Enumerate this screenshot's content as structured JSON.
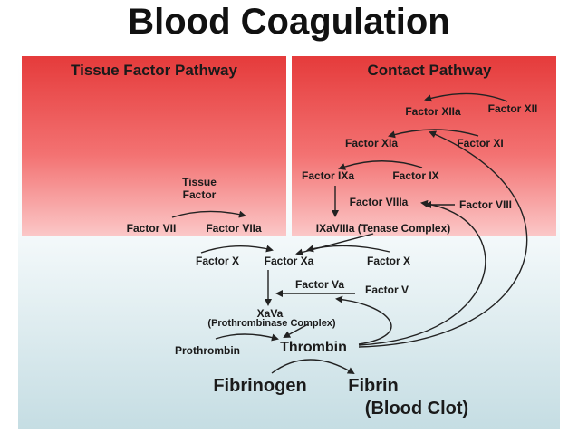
{
  "title": "Blood Coagulation",
  "panels": {
    "tissue_header": "Tissue Factor Pathway",
    "contact_header": "Contact Pathway"
  },
  "factors": {
    "f12": "Factor XII",
    "f12a": "Factor XIIa",
    "f11": "Factor XI",
    "f11a": "Factor XIa",
    "f9": "Factor IX",
    "f9a": "Factor IXa",
    "f8": "Factor VIII",
    "f8a": "Factor VIIIa",
    "tenase": "IXaVIIIa (Tenase Complex)",
    "tissue_factor": "Tissue\nFactor",
    "f7": "Factor VII",
    "f7a": "Factor VIIa",
    "f10_left": "Factor X",
    "f10a": "Factor Xa",
    "f10_right": "Factor X",
    "f5a": "Factor Va",
    "f5": "Factor V",
    "xava": "XaVa",
    "prothrombinase": "(Prothrombinase Complex)",
    "prothrombin": "Prothrombin",
    "thrombin": "Thrombin",
    "fibrinogen": "Fibrinogen",
    "fibrin": "Fibrin",
    "blood_clot": "(Blood Clot)"
  }
}
